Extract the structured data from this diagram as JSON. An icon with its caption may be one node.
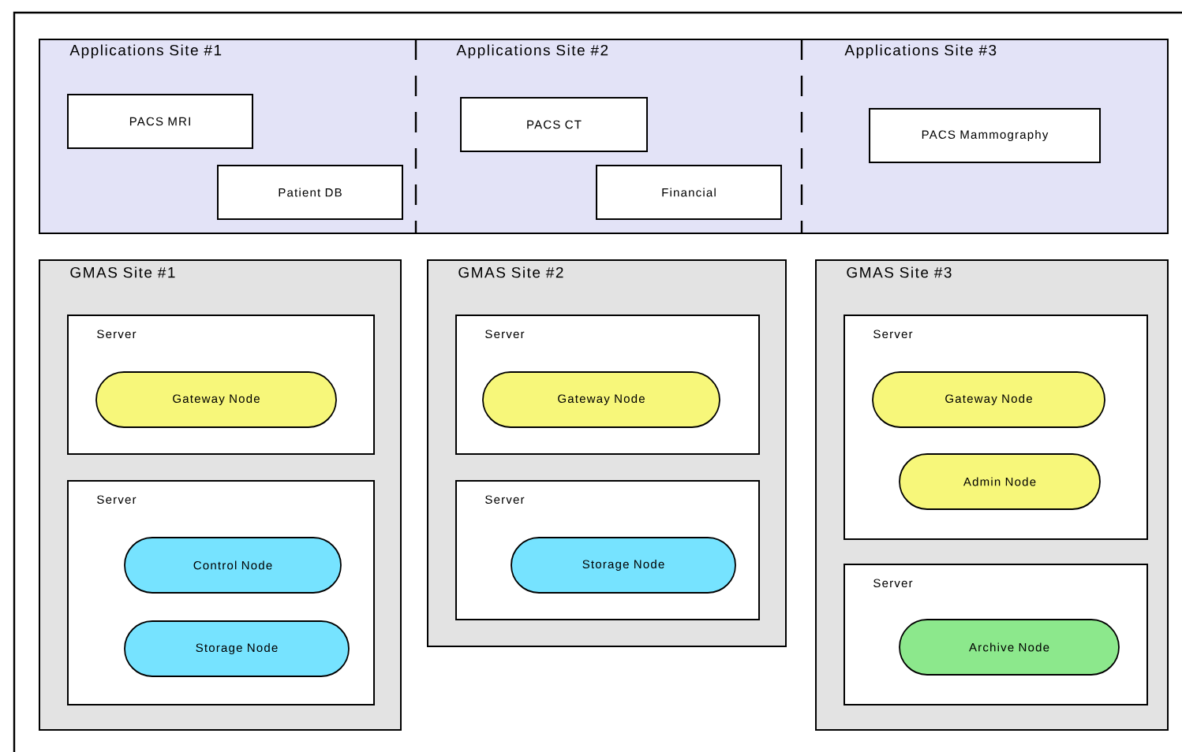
{
  "diagram": {
    "nodes": [
      {
        "text": [],
        "shape": "band"
      },
      {
        "text": [
          "PACS MRI"
        ],
        "in": 0
      },
      {
        "text": [
          "Patient DB"
        ],
        "in": 0
      },
      {
        "text": [
          "PACS CT"
        ],
        "in": 0
      },
      {
        "text": [
          "Financial"
        ],
        "in": 0
      },
      {
        "text": [
          "PACS Mammography"
        ],
        "in": 0
      },
      {
        "text": [
          "GMAS Site #1"
        ]
      },
      {
        "text": [
          "Server"
        ],
        "in": 6
      },
      {
        "text": [
          "Gateway Node"
        ],
        "in": 7
      },
      {
        "text": [
          "Server"
        ],
        "in": 6
      },
      {
        "text": [
          "Control Node"
        ],
        "in": 9
      },
      {
        "text": [
          "Storage Node"
        ],
        "in": 9
      },
      {
        "text": [
          "GMAS Site #2"
        ]
      },
      {
        "text": [
          "Server"
        ],
        "in": 12
      },
      {
        "text": [
          "Gateway Node"
        ],
        "in": 13
      },
      {
        "text": [
          "Server"
        ],
        "in": 12
      },
      {
        "text": [
          "Storage Node"
        ],
        "in": 15
      },
      {
        "text": [
          "GMAS Site #3"
        ]
      },
      {
        "text": [
          "Server"
        ],
        "in": 17
      },
      {
        "text": [
          "Gateway Node"
        ],
        "in": 18
      },
      {
        "text": [
          "Admin Node"
        ],
        "in": 18
      },
      {
        "text": [
          "Server"
        ],
        "in": 17
      },
      {
        "text": [
          "Archive Node"
        ],
        "in": 21
      }
    ],
    "labels": [
      "Applications Site #1",
      "Applications Site #2",
      "Applications Site #3"
    ]
  }
}
